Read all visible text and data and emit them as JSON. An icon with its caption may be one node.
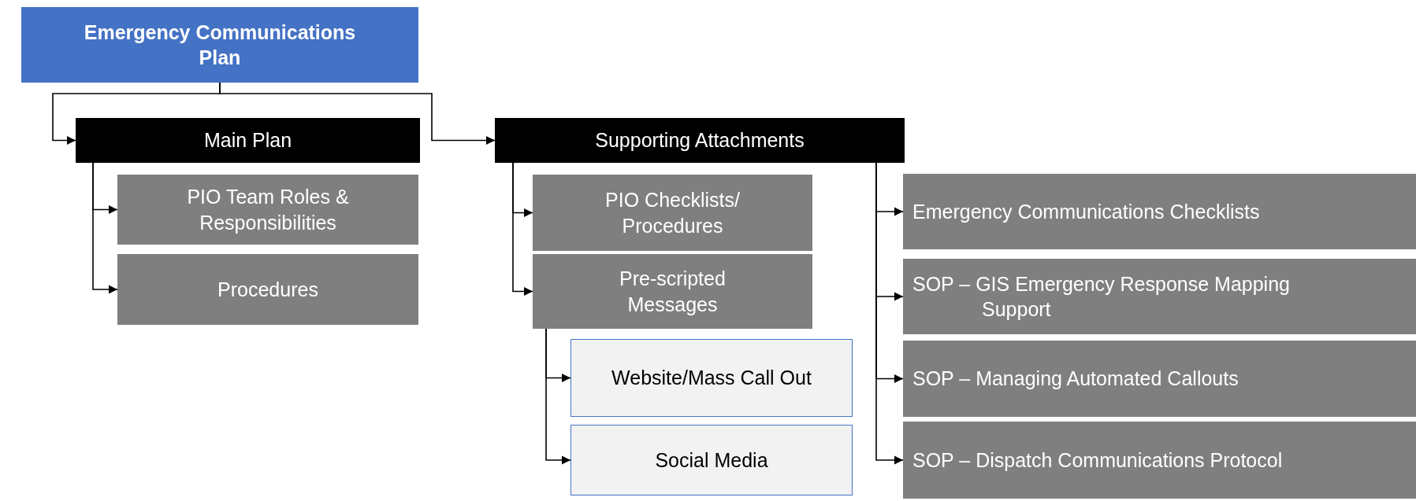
{
  "diagram": {
    "nodes": [
      {
        "text": [
          "Emergency Communications Plan"
        ]
      },
      {
        "text": [
          "Main Plan"
        ]
      },
      {
        "text": [
          "Supporting Attachments"
        ]
      },
      {
        "text": [
          "PIO Team Roles & Responsibilities"
        ]
      },
      {
        "text": [
          "Procedures"
        ]
      },
      {
        "text": [
          "PIO Checklists/ Procedures"
        ]
      },
      {
        "text": [
          "Pre-scripted Messages"
        ]
      },
      {
        "text": [
          "Website/Mass Call Out"
        ]
      },
      {
        "text": [
          "Social Media"
        ]
      },
      {
        "text": [
          "Emergency Communications Checklists"
        ]
      },
      {
        "text": [
          "SOP – GIS Emergency Response Mapping Support"
        ]
      },
      {
        "text": [
          "SOP – Managing Automated Callouts"
        ]
      },
      {
        "text": [
          "SOP – Dispatch Communications Protocol"
        ]
      }
    ],
    "edges": [
      {
        "from": 0,
        "to": 1,
        "arrow": "to"
      },
      {
        "from": 0,
        "to": 2,
        "arrow": "to"
      },
      {
        "from": 1,
        "to": 3,
        "arrow": "to"
      },
      {
        "from": 1,
        "to": 4,
        "arrow": "to"
      },
      {
        "from": 2,
        "to": 5,
        "arrow": "to"
      },
      {
        "from": 2,
        "to": 6,
        "arrow": "to"
      },
      {
        "from": 6,
        "to": 7,
        "arrow": "to"
      },
      {
        "from": 6,
        "to": 8,
        "arrow": "to"
      },
      {
        "from": 2,
        "to": 9,
        "arrow": "to"
      },
      {
        "from": 2,
        "to": 10,
        "arrow": "to"
      },
      {
        "from": 2,
        "to": 11,
        "arrow": "to"
      },
      {
        "from": 2,
        "to": 12,
        "arrow": "to"
      }
    ]
  }
}
